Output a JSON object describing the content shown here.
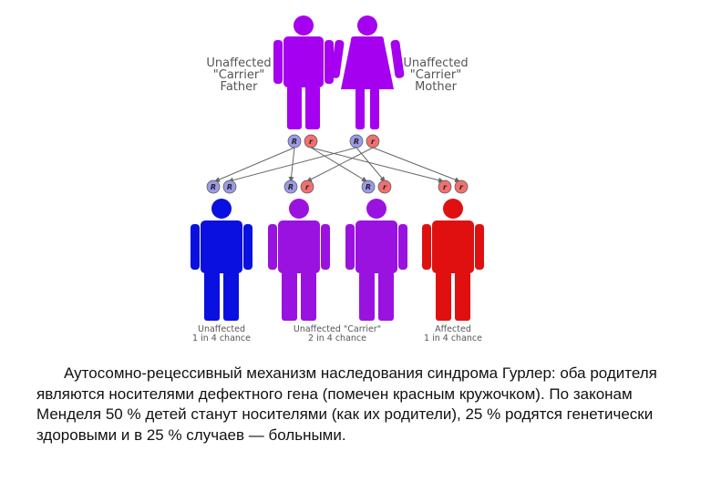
{
  "parents": {
    "father": {
      "status": "Unaffected",
      "carrier": "\"Carrier\"",
      "role": "Father",
      "color": "#a500f0",
      "alleles": [
        "R",
        "r"
      ]
    },
    "mother": {
      "status": "Unaffected",
      "carrier": "\"Carrier\"",
      "role": "Mother",
      "color": "#a500f0",
      "alleles": [
        "R",
        "r"
      ]
    }
  },
  "children": [
    {
      "alleles": [
        "R",
        "R"
      ],
      "color": "#0a10e0"
    },
    {
      "alleles": [
        "R",
        "r"
      ],
      "color": "#9a12e0"
    },
    {
      "alleles": [
        "R",
        "r"
      ],
      "color": "#9a12e0"
    },
    {
      "alleles": [
        "r",
        "r"
      ],
      "color": "#e01010"
    }
  ],
  "child_labels": [
    {
      "line1": "Unaffected",
      "line2": "1 in 4 chance"
    },
    {
      "line1": "Unaffected \"Carrier\"",
      "line2": "2 in 4 chance"
    },
    {
      "line1": "Affected",
      "line2": "1 in 4 chance"
    }
  ],
  "allele_colors": {
    "R": "#9a9ae8",
    "r": "#f07070"
  },
  "caption": "Аутосомно-рецессивный механизм наследования синдрома Гурлер: оба родителя являются носителями дефектного гена (помечен красным кружочком). По законам Менделя 50 % детей станут носителями (как их родители), 25 % родятся генетически здоровыми и в 25 % случаев — больными."
}
